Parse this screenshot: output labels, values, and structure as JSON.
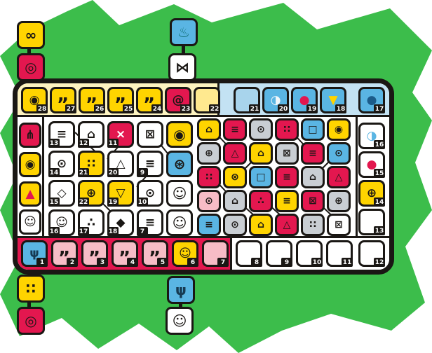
{
  "palette": {
    "green_bg": "#3cbd4b",
    "outline": "#1a1714",
    "yellow": "#ffd400",
    "pale_yellow": "#ffe98f",
    "red": "#e3174f",
    "pink": "#f7bcc6",
    "blue": "#5ab5e3",
    "pale_blue": "#a8d4ec",
    "gray": "#c9ced3",
    "white": "#ffffff"
  },
  "outer_tiles": {
    "top_left": [
      {
        "name": "yoke-tile",
        "color": "yellow",
        "icon": "yoke-icon",
        "glyph": "∞",
        "glyph_color": "#1a1714"
      },
      {
        "name": "vessel-tile",
        "color": "red",
        "icon": "vessel-icon",
        "glyph": "◎",
        "glyph_color": "#1a1714"
      }
    ],
    "top_center": [
      {
        "name": "incense-tile",
        "color": "blue",
        "icon": "incense-burner-icon",
        "glyph": "♨",
        "glyph_color": "#126f76"
      },
      {
        "name": "crossed-bones-tile",
        "color": "white",
        "icon": "crossed-bones-icon",
        "glyph": "⋈",
        "glyph_color": "#1a1714"
      }
    ],
    "bottom_left": [
      {
        "name": "four-dots-tile",
        "color": "yellow",
        "icon": "four-dots-icon",
        "glyph": "∷",
        "glyph_color": "#1a1714"
      },
      {
        "name": "ring-tile",
        "color": "red",
        "icon": "ring-icon",
        "glyph": "◎",
        "glyph_color": "#1a1714"
      }
    ],
    "bottom_center": [
      {
        "name": "hand-tile",
        "color": "blue",
        "icon": "hand-icon",
        "glyph": "ψ",
        "glyph_color": "#163a52"
      },
      {
        "name": "mask-tile",
        "color": "white",
        "icon": "face-mask-icon",
        "glyph": "☺",
        "glyph_color": "#1a1714"
      }
    ]
  },
  "calendar_track": {
    "top": [
      {
        "n": 28,
        "color": "yellow",
        "icon": "head-glyph-icon",
        "glyph": "◉"
      },
      {
        "n": 27,
        "color": "yellow",
        "icon": "footprints-icon",
        "glyph": "„"
      },
      {
        "n": 26,
        "color": "yellow",
        "icon": "footprints-icon",
        "glyph": "„"
      },
      {
        "n": 25,
        "color": "yellow",
        "icon": "footprints-icon",
        "glyph": "„"
      },
      {
        "n": 24,
        "color": "yellow",
        "icon": "footprints-icon",
        "glyph": "„"
      },
      {
        "n": 23,
        "color": "red",
        "icon": "spiral-icon",
        "glyph": "@"
      },
      {
        "n": 22,
        "color": "pale_yellow"
      },
      {
        "n": 21,
        "color": "pale_blue"
      },
      {
        "n": 20,
        "color": "blue",
        "icon": "moon-disc-icon",
        "glyph": "◑",
        "glyph_color": "#f2f7fa"
      },
      {
        "n": 19,
        "color": "blue",
        "icon": "red-disc-icon",
        "glyph": "●",
        "glyph_color": "#e3174f"
      },
      {
        "n": 18,
        "color": "blue",
        "icon": "yellow-glyph-icon",
        "glyph": "▼",
        "glyph_color": "#ffd400"
      },
      {
        "n": 17,
        "color": "blue",
        "icon": "dark-disc-icon",
        "glyph": "●",
        "glyph_color": "#1c5c8a"
      }
    ],
    "right": [
      {
        "n": 16,
        "color": "white",
        "icon": "blue-disc-icon",
        "glyph": "◑",
        "glyph_color": "#5ab5e3"
      },
      {
        "n": 15,
        "color": "white",
        "icon": "red-disc-icon",
        "glyph": "●",
        "glyph_color": "#e3174f"
      },
      {
        "n": 14,
        "color": "yellow",
        "icon": "sun-cross-icon",
        "glyph": "⊕"
      },
      {
        "n": 13,
        "color": "white"
      }
    ],
    "bottom": [
      {
        "n": 1,
        "color": "blue",
        "icon": "hand-icon",
        "glyph": "ψ",
        "glyph_color": "#163a52"
      },
      {
        "n": 2,
        "color": "pink",
        "icon": "footprints-icon",
        "glyph": "„"
      },
      {
        "n": 3,
        "color": "pink",
        "icon": "footprints-icon",
        "glyph": "„"
      },
      {
        "n": 4,
        "color": "pink",
        "icon": "footprints-icon",
        "glyph": "„"
      },
      {
        "n": 5,
        "color": "pink",
        "icon": "footprints-icon",
        "glyph": "„"
      },
      {
        "n": 6,
        "color": "yellow",
        "icon": "mask-icon",
        "glyph": "☺"
      },
      {
        "n": 7,
        "color": "pink"
      },
      {
        "n": 8,
        "color": "white"
      },
      {
        "n": 9,
        "color": "white"
      },
      {
        "n": 10,
        "color": "white"
      },
      {
        "n": 11,
        "color": "white"
      },
      {
        "n": 12,
        "color": "white"
      }
    ]
  },
  "left_column": [
    {
      "name": "feather-space",
      "color": "red",
      "icon": "feather-icon",
      "glyph": "⋔"
    },
    {
      "name": "jaguar-space",
      "color": "yellow",
      "icon": "jaguar-icon",
      "glyph": "◉"
    },
    {
      "name": "corn-space",
      "color": "yellow",
      "icon": "corn-icon",
      "glyph": "▲",
      "glyph_color": "#e3174f"
    },
    {
      "name": "mask-space",
      "color": "white",
      "icon": "face-icon",
      "glyph": "☺"
    }
  ],
  "building_grid": {
    "rows": [
      [
        {
          "n": 13,
          "color": "white",
          "glyph": "≡"
        },
        {
          "n": 12,
          "color": "white",
          "glyph": "⌂"
        },
        {
          "n": 11,
          "color": "red",
          "glyph": "×",
          "glyph_color": "#ffffff"
        },
        {
          "color": "white",
          "glyph": "⊠"
        }
      ],
      [
        {
          "n": 14,
          "color": "white",
          "glyph": "⊙"
        },
        {
          "n": 21,
          "color": "yellow",
          "glyph": "∷"
        },
        {
          "n": 20,
          "color": "white",
          "glyph": "△"
        },
        {
          "n": 9,
          "color": "white",
          "glyph": "≡"
        }
      ],
      [
        {
          "n": 15,
          "color": "white",
          "glyph": "◇"
        },
        {
          "n": 22,
          "color": "yellow",
          "glyph": "⊕"
        },
        {
          "n": 19,
          "color": "yellow",
          "glyph": "▽"
        },
        {
          "n": 10,
          "color": "white",
          "glyph": "⊙"
        }
      ],
      [
        {
          "n": 16,
          "color": "white",
          "glyph": "☺"
        },
        {
          "n": 17,
          "color": "white",
          "glyph": "∴"
        },
        {
          "n": 18,
          "color": "white",
          "glyph": "◆"
        },
        {
          "n": 7,
          "color": "white",
          "glyph": "≡"
        }
      ]
    ]
  },
  "special_tiles": [
    {
      "name": "temple-glyph-tile",
      "color": "yellow",
      "icon": "temple-glyph-icon",
      "glyph": "◉"
    },
    {
      "name": "water-glyph-tile",
      "color": "blue",
      "icon": "water-glyph-icon",
      "glyph": "⊛"
    },
    {
      "name": "white-mask-tile-1",
      "color": "white",
      "icon": "mask-icon",
      "glyph": "☺"
    },
    {
      "name": "white-mask-tile-2",
      "color": "white",
      "icon": "mask-icon",
      "glyph": "☺"
    }
  ],
  "resource_grid": {
    "rows": [
      [
        {
          "color": "yellow",
          "glyph": "⌂"
        },
        {
          "color": "red",
          "glyph": "≡"
        },
        {
          "color": "gray",
          "glyph": "⊙"
        },
        {
          "color": "red",
          "glyph": "∷"
        },
        {
          "color": "blue",
          "glyph": "□"
        },
        {
          "color": "yellow",
          "glyph": "◉"
        }
      ],
      [
        {
          "color": "gray",
          "glyph": "⊕"
        },
        {
          "color": "red",
          "glyph": "△"
        },
        {
          "color": "yellow",
          "glyph": "⌂"
        },
        {
          "color": "gray",
          "glyph": "⊠"
        },
        {
          "color": "red",
          "glyph": "≡"
        },
        {
          "color": "blue",
          "glyph": "⊙"
        }
      ],
      [
        {
          "color": "red",
          "glyph": "∷"
        },
        {
          "color": "yellow",
          "glyph": "⊗"
        },
        {
          "color": "blue",
          "glyph": "□"
        },
        {
          "color": "red",
          "glyph": "≡"
        },
        {
          "color": "gray",
          "glyph": "⌂"
        },
        {
          "color": "red",
          "glyph": "△"
        }
      ],
      [
        {
          "color": "pink",
          "glyph": "⊙"
        },
        {
          "color": "gray",
          "glyph": "⌂"
        },
        {
          "color": "red",
          "glyph": "∴"
        },
        {
          "color": "yellow",
          "glyph": "≡"
        },
        {
          "color": "red",
          "glyph": "⊠"
        },
        {
          "color": "gray",
          "glyph": "⊕"
        }
      ],
      [
        {
          "color": "blue",
          "glyph": "≡"
        },
        {
          "color": "gray",
          "glyph": "⊙"
        },
        {
          "color": "yellow",
          "glyph": "⌂"
        },
        {
          "color": "red",
          "glyph": "△"
        },
        {
          "color": "gray",
          "glyph": "∷"
        },
        {
          "color": "white",
          "glyph": "⊠"
        }
      ]
    ]
  }
}
